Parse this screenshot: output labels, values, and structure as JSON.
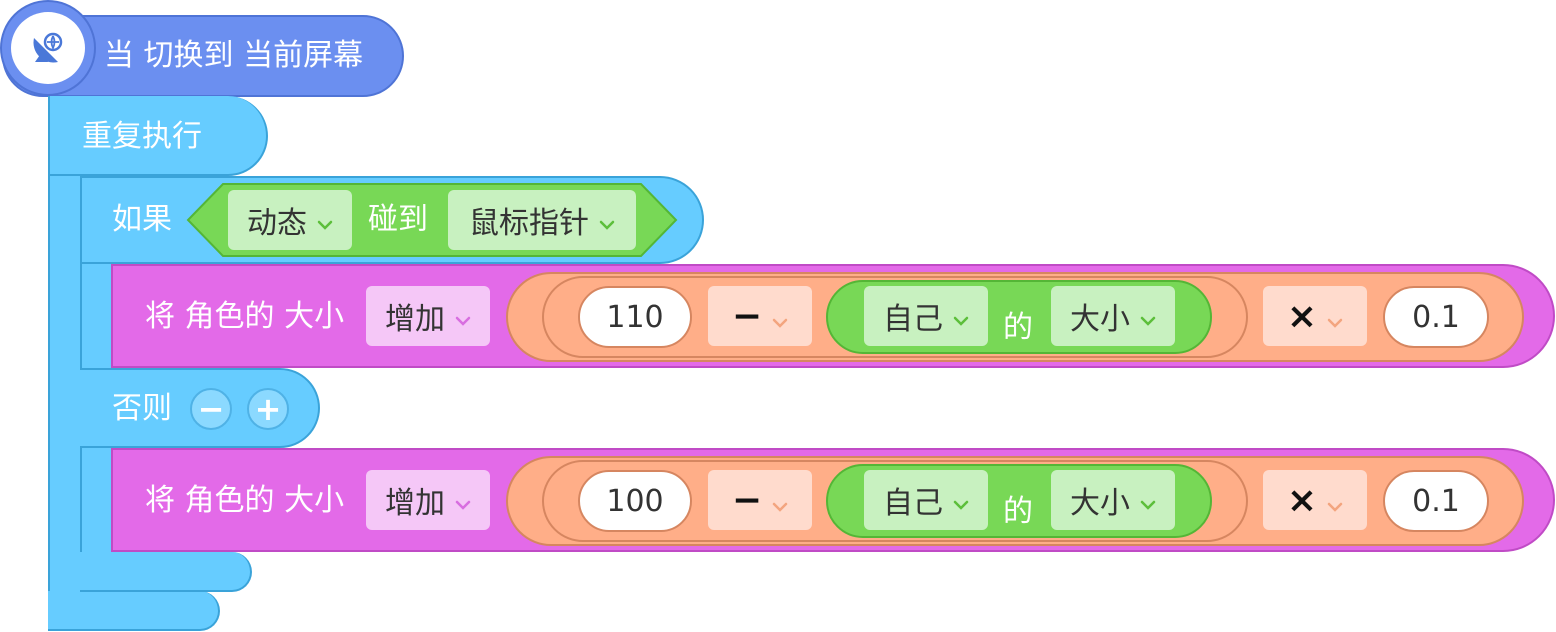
{
  "hat": {
    "label": "当 切换到 当前屏幕",
    "icon": "satellite-dish-icon",
    "color": "#6b8ff0"
  },
  "forever": {
    "label": "重复执行",
    "color": "#66ccff"
  },
  "if_block": {
    "if_label": "如果",
    "else_label": "否则",
    "minus_label": "−",
    "plus_label": "+",
    "condition": {
      "sprite": "动态",
      "touch_label": "碰到",
      "target": "鼠标指针",
      "color": "#78d856"
    }
  },
  "statements": [
    {
      "prefix": "将 角色的 大小",
      "action": "增加",
      "left_value": "110",
      "op1": "−",
      "of_object": "自己",
      "of_word": "的",
      "of_property": "大小",
      "op2": "×",
      "right_value": "0.1"
    },
    {
      "prefix": "将 角色的 大小",
      "action": "增加",
      "left_value": "100",
      "op1": "−",
      "of_object": "自己",
      "of_word": "的",
      "of_property": "大小",
      "op2": "×",
      "right_value": "0.1"
    }
  ],
  "colors": {
    "statement": "#e36ae8",
    "operator": "#ffae88",
    "sensing": "#78d856",
    "control": "#66ccff",
    "event": "#6b8ff0"
  }
}
